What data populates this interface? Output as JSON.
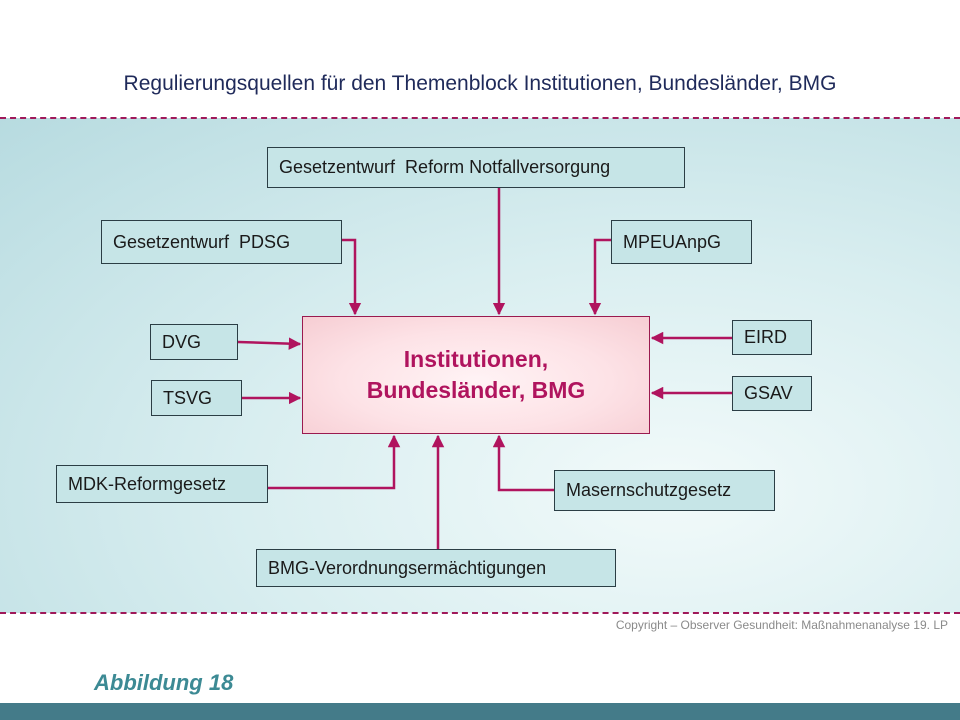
{
  "title": "Regulierungsquellen für den Themenblock Institutionen, Bundesländer, BMG",
  "center": {
    "line1": "Institutionen,",
    "line2": "Bundesländer, BMG"
  },
  "nodes": {
    "reform_notfallversorgung": "Gesetzentwurf  Reform Notfallversorgung",
    "pdsg": "Gesetzentwurf  PDSG",
    "mpeuanpg": "MPEUAnpG",
    "dvg": "DVG",
    "tsvg": "TSVG",
    "eird": "EIRD",
    "gsav": "GSAV",
    "mdk_reformgesetz": "MDK-Reformgesetz",
    "masernschutzgesetz": "Masernschutzgesetz",
    "bmg_verordnung": "BMG-Verordnungsermächtigungen"
  },
  "copyright": "Copyright – Observer Gesundheit: Maßnahmenanalyse 19. LP",
  "caption": "Abbildung 18",
  "colors": {
    "arrow": "#b0145e",
    "center_text": "#b0145e",
    "node_fill": "#c6e5e7",
    "caption": "#3c8a94",
    "bottom_bar": "#447b89"
  }
}
